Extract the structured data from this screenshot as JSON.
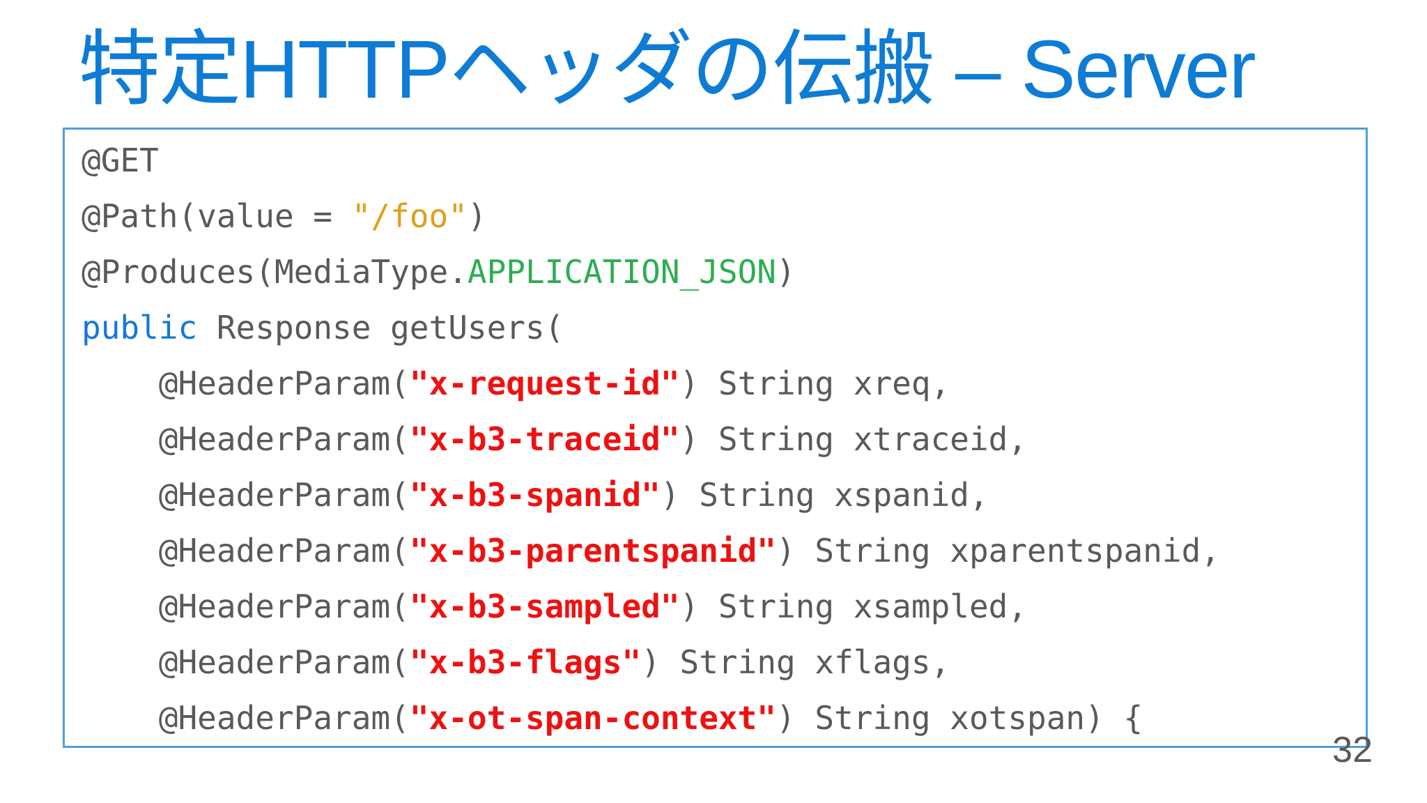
{
  "slide": {
    "title": "特定HTTPヘッダの伝搬 – Server",
    "page_number": "32"
  },
  "colors": {
    "background": "#FFFFFF",
    "title_blue": "#0E7CD4",
    "box_border_blue": "#4FA0D8",
    "code_default_gray": "#595959",
    "string_gold": "#DDA118",
    "constant_green": "#2EAD52",
    "keyword_blue": "#1577D9",
    "header_red": "#EE1111"
  },
  "code": {
    "lines": [
      {
        "segments": [
          {
            "text": "@GET",
            "style": "plain"
          }
        ]
      },
      {
        "segments": [
          {
            "text": "@Path(value = ",
            "style": "plain"
          },
          {
            "text": "\"/foo\"",
            "style": "string"
          },
          {
            "text": ")",
            "style": "plain"
          }
        ]
      },
      {
        "segments": [
          {
            "text": "@Produces(MediaType.",
            "style": "plain"
          },
          {
            "text": "APPLICATION_JSON",
            "style": "constant"
          },
          {
            "text": ")",
            "style": "plain"
          }
        ]
      },
      {
        "segments": [
          {
            "text": "public",
            "style": "keyword"
          },
          {
            "text": " Response getUsers(",
            "style": "plain"
          }
        ]
      },
      {
        "segments": [
          {
            "text": "    @HeaderParam(",
            "style": "plain"
          },
          {
            "text": "\"x-request-id\"",
            "style": "header"
          },
          {
            "text": ") String xreq,",
            "style": "plain"
          }
        ]
      },
      {
        "segments": [
          {
            "text": "    @HeaderParam(",
            "style": "plain"
          },
          {
            "text": "\"x-b3-traceid\"",
            "style": "header"
          },
          {
            "text": ") String xtraceid,",
            "style": "plain"
          }
        ]
      },
      {
        "segments": [
          {
            "text": "    @HeaderParam(",
            "style": "plain"
          },
          {
            "text": "\"x-b3-spanid\"",
            "style": "header"
          },
          {
            "text": ") String xspanid,",
            "style": "plain"
          }
        ]
      },
      {
        "segments": [
          {
            "text": "    @HeaderParam(",
            "style": "plain"
          },
          {
            "text": "\"x-b3-parentspanid\"",
            "style": "header"
          },
          {
            "text": ") String xparentspanid,",
            "style": "plain"
          }
        ]
      },
      {
        "segments": [
          {
            "text": "    @HeaderParam(",
            "style": "plain"
          },
          {
            "text": "\"x-b3-sampled\"",
            "style": "header"
          },
          {
            "text": ") String xsampled,",
            "style": "plain"
          }
        ]
      },
      {
        "segments": [
          {
            "text": "    @HeaderParam(",
            "style": "plain"
          },
          {
            "text": "\"x-b3-flags\"",
            "style": "header"
          },
          {
            "text": ") String xflags,",
            "style": "plain"
          }
        ]
      },
      {
        "segments": [
          {
            "text": "    @HeaderParam(",
            "style": "plain"
          },
          {
            "text": "\"x-ot-span-context\"",
            "style": "header"
          },
          {
            "text": ") String xotspan) {",
            "style": "plain"
          }
        ]
      }
    ]
  }
}
